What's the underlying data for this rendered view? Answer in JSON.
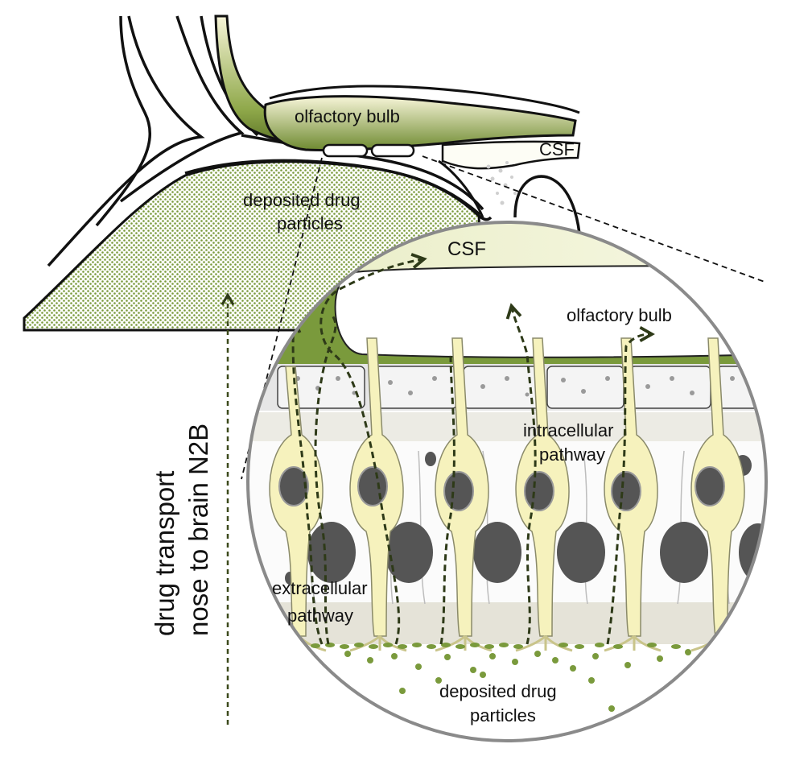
{
  "labels": {
    "olfactory_bulb_top": "olfactory bulb",
    "csf_top": "CSF",
    "deposited_top_line1": "deposited drug",
    "deposited_top_line2": "particles",
    "csf_zoom": "CSF",
    "olfactory_bulb_zoom": "olfactory bulb",
    "intracellular_line1": "intracellular",
    "intracellular_line2": "pathway",
    "extracellular_line1": "extracellular",
    "extracellular_line2": "pathway",
    "deposited_bottom_line1": "deposited drug",
    "deposited_bottom_line2": "particles",
    "transport_line1": "drug transport",
    "transport_line2": "nose to brain N2B"
  },
  "colors": {
    "olive": "#6e8a30",
    "olive_dark": "#3c4a1c",
    "pale_yellow": "#f6f2bd",
    "cell_gray": "#555555",
    "path_dark": "#2e3a18"
  }
}
